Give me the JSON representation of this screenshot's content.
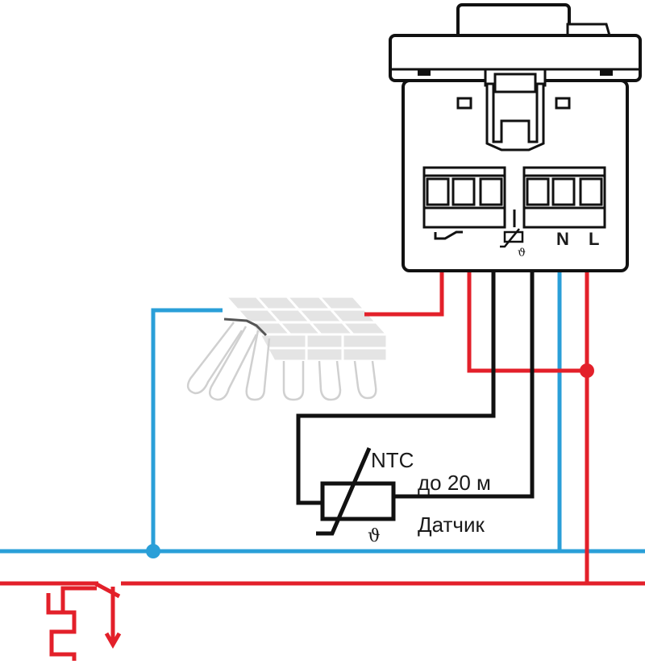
{
  "sensor": {
    "type_label": "NTC",
    "distance_label": "до 20 м",
    "name_label": "Датчик",
    "theta_symbol": "ϑ"
  },
  "thermostat": {
    "terminal_labels": [
      "N",
      "L"
    ],
    "terminal_theta_symbol": "ϑ"
  },
  "wire_colors": {
    "phase": "#e3202a",
    "neutral": "#2a9fd8",
    "sensor": "#111111",
    "heating_mat": "#d8d8d8"
  }
}
